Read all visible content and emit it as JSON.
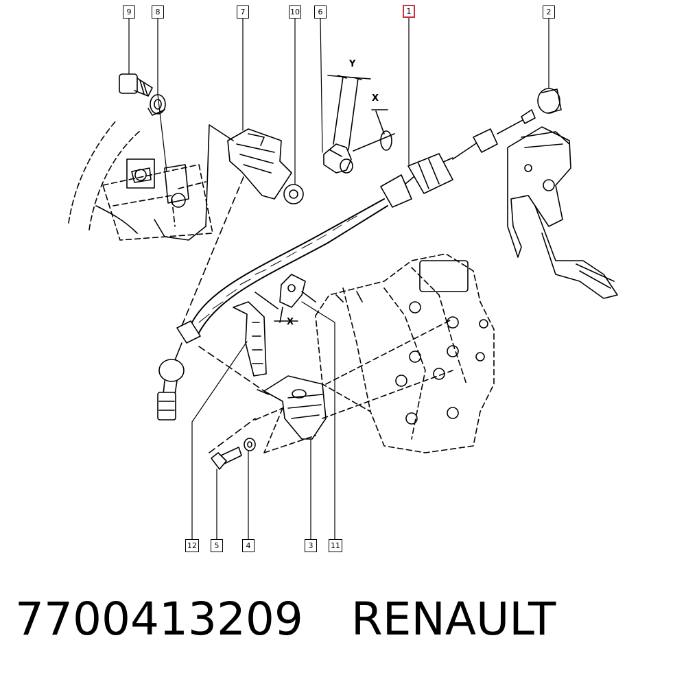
{
  "callouts": {
    "c1": "1",
    "c2": "2",
    "c3": "3",
    "c4": "4",
    "c5": "5",
    "c6": "6",
    "c7": "7",
    "c8": "8",
    "c9": "9",
    "c10": "10",
    "c11": "11",
    "c12": "12"
  },
  "dimensions": {
    "y": "Y",
    "x_top": "X",
    "x_bottom": "X"
  },
  "caption": {
    "part_number": "7700413209",
    "brand": "RENAULT"
  },
  "colors": {
    "line": "#000000",
    "highlight": "#c8323c",
    "background": "#ffffff"
  }
}
